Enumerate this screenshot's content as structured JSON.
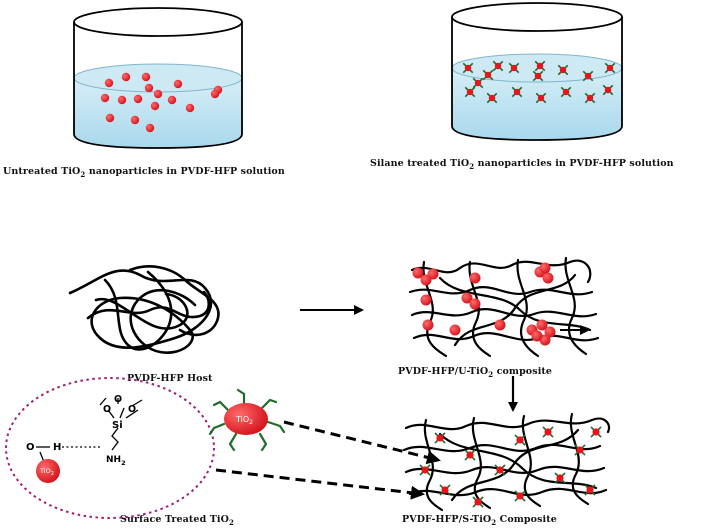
{
  "captions": {
    "untreated": {
      "pre": "Untreated TiO",
      "sub": "2",
      "post": " nanoparticles  in  PVDF-HFP  solution"
    },
    "silane": {
      "pre": "Silane treated TiO",
      "sub": "2",
      "post": " nanoparticles  in  PVDF-HFP  solution"
    },
    "host": {
      "pre": "PVDF-HFP  Host",
      "sub": "",
      "post": ""
    },
    "u_composite": {
      "pre": "PVDF-HFP/U-TiO",
      "sub": "2",
      "post": "  composite"
    },
    "surface_treated": {
      "pre": "Surface Treated TiO",
      "sub": "2",
      "post": ""
    },
    "s_composite": {
      "pre": "PVDF-HFP/S-TiO",
      "sub": "2",
      "post": "  Composite"
    }
  },
  "chem_labels": {
    "si": "Si",
    "o": "O",
    "h": "H",
    "nh": "NH",
    "nh_sub": "2",
    "tio": "TiO",
    "tio_sub": "2"
  },
  "colors": {
    "particle": "#e8141b",
    "ligand": "#1f6b2a",
    "solution": "#bfe3f1",
    "dashed_circle": "#9b1f78"
  }
}
